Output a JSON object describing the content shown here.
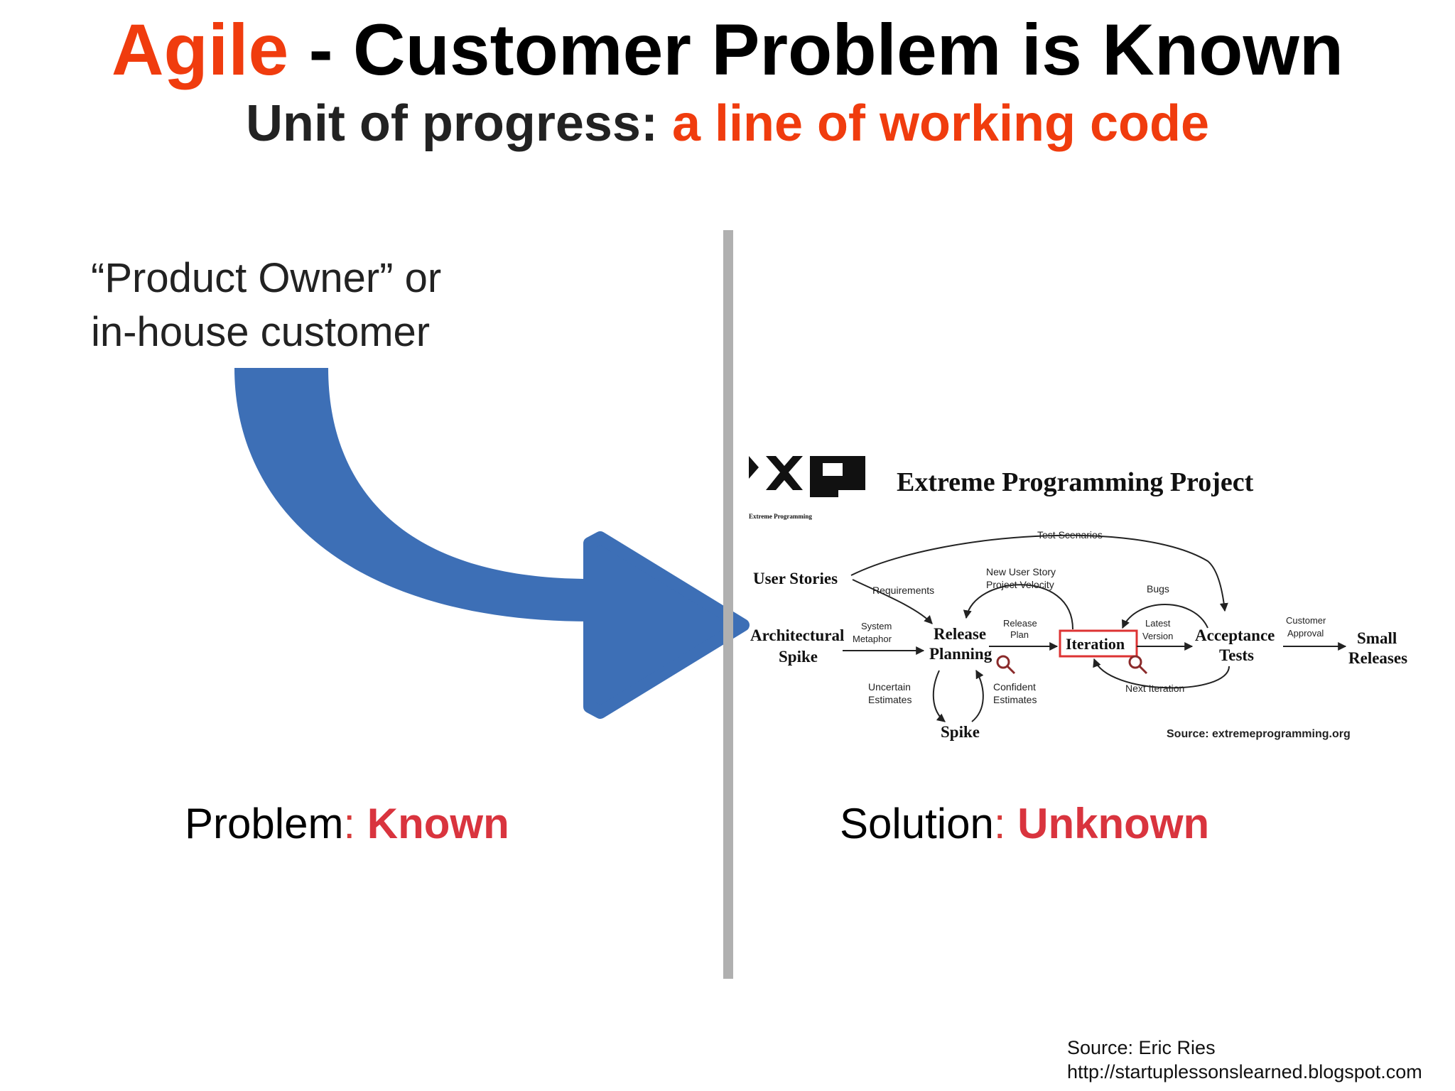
{
  "title": {
    "accent": "Agile",
    "rest": " - Customer Problem is Known"
  },
  "subtitle": {
    "lead": "Unit of progress: ",
    "accent": "a line of working code"
  },
  "owner": {
    "line1": "“Product Owner” or",
    "line2": "in-house customer"
  },
  "problem": {
    "label": "Problem",
    "sep": ": ",
    "value": "Known"
  },
  "solution": {
    "label": "Solution",
    "sep": ": ",
    "value": "Unknown"
  },
  "source": {
    "line1": "Source: Eric Ries",
    "line2": "http://startuplessonslearned.blogspot.com"
  },
  "xp_diagram": {
    "logo_text": "Extreme Programming",
    "title": "Extreme Programming Project",
    "nodes": {
      "user_stories": "User Stories",
      "architectural": "Architectural",
      "spike_left": "Spike",
      "release": "Release",
      "planning": "Planning",
      "iteration": "Iteration",
      "acceptance": "Acceptance",
      "tests": "Tests",
      "small": "Small",
      "releases": "Releases",
      "spike_bottom": "Spike"
    },
    "edges": {
      "test_scenarios": "Test Scenarios",
      "requirements": "Requirements",
      "new_user_story": "New User Story",
      "project_velocity": "Project Velocity",
      "bugs": "Bugs",
      "system": "System",
      "metaphor": "Metaphor",
      "release_plan_1": "Release",
      "release_plan_2": "Plan",
      "latest": "Latest",
      "version": "Version",
      "customer": "Customer",
      "approval": "Approval",
      "uncertain": "Uncertain",
      "estimates_1": "Estimates",
      "confident": "Confident",
      "estimates_2": "Estimates",
      "next_iteration": "Next Iteration"
    },
    "source": "Source: extremeprogramming.org"
  },
  "colors": {
    "accent": "#f03c0e",
    "value_red": "#d9343e",
    "arrow_blue": "#3d6fb6",
    "divider": "#b0b0b0"
  }
}
